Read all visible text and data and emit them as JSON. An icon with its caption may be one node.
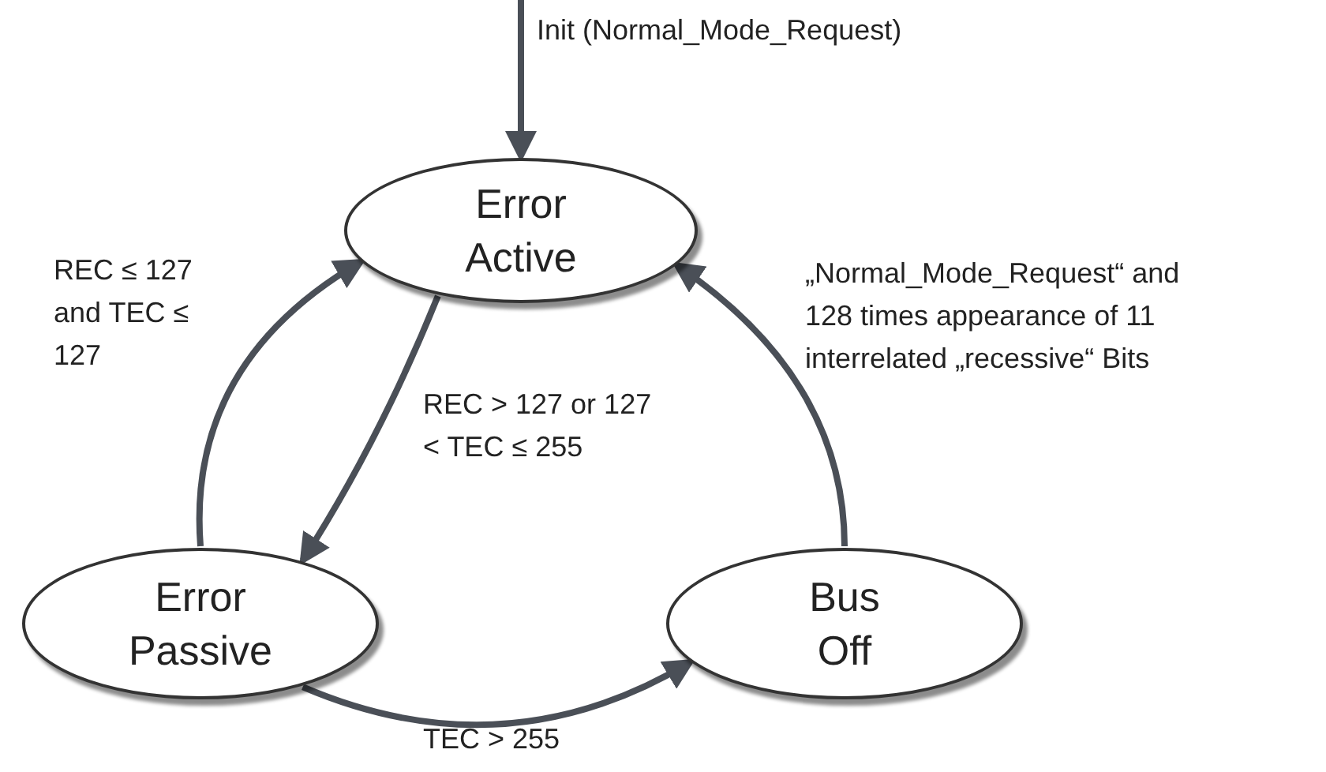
{
  "diagram": {
    "nodes": [
      {
        "text": [
          "Error Active"
        ]
      },
      {
        "text": [
          "Error Passive"
        ]
      },
      {
        "text": [
          "Bus Off"
        ]
      }
    ],
    "edges": [
      {
        "from": null,
        "to": 0,
        "arrow": "to",
        "label": "Init (Normal_Mode_Request)"
      },
      {
        "from": 1,
        "to": 0,
        "arrow": "to",
        "label": "REC ≤ 127 and TEC ≤ 127"
      },
      {
        "from": 0,
        "to": 1,
        "arrow": "to",
        "label": "REC > 127 or 127 < TEC ≤ 255"
      },
      {
        "from": 1,
        "to": 2,
        "arrow": "to",
        "label": "TEC > 255"
      },
      {
        "from": 2,
        "to": 0,
        "arrow": "to",
        "label": "„Normal_Mode_Request“ and 128 times appearance of 11 interrelated „recessive“ Bits"
      }
    ]
  }
}
